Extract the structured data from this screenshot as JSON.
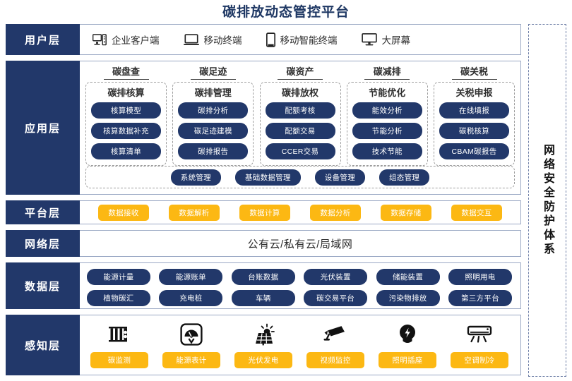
{
  "title": "碳排放动态管控平台",
  "colors": {
    "navy": "#22386a",
    "yellow": "#fcb813",
    "title": "#1f3864",
    "border": "#9aa8c4",
    "dashed": "#9d9d9d"
  },
  "security_column": {
    "label": "网络安全防护体系"
  },
  "layers": {
    "user": {
      "label": "用户层",
      "items": [
        {
          "icon": "desktop-tower-icon",
          "label": "企业客户端"
        },
        {
          "icon": "laptop-icon",
          "label": "移动终端"
        },
        {
          "icon": "smartphone-icon",
          "label": "移动智能终端"
        },
        {
          "icon": "monitor-icon",
          "label": "大屏幕"
        }
      ]
    },
    "app": {
      "label": "应用层",
      "columns": [
        {
          "title": "碳盘查",
          "group": "碳排核算",
          "chips": [
            "核算模型",
            "核算数据补充",
            "核算清单"
          ]
        },
        {
          "title": "碳足迹",
          "group": "碳排管理",
          "chips": [
            "碳排分析",
            "碳足迹建模",
            "碳排报告"
          ]
        },
        {
          "title": "碳资产",
          "group": "碳排放权",
          "chips": [
            "配额考核",
            "配额交易",
            "CCER交易"
          ]
        },
        {
          "title": "碳减排",
          "group": "节能优化",
          "chips": [
            "能效分析",
            "节能分析",
            "技术节能"
          ]
        },
        {
          "title": "碳关税",
          "group": "关税申报",
          "chips": [
            "在线填报",
            "碳税核算",
            "CBAM碳报告"
          ]
        }
      ],
      "bottom_chips": [
        "系统管理",
        "基础数据管理",
        "设备管理",
        "组态管理"
      ]
    },
    "platform": {
      "label": "平台层",
      "chips": [
        "数据接收",
        "数据解析",
        "数据计算",
        "数据分析",
        "数据存储",
        "数据交互"
      ]
    },
    "network": {
      "label": "网络层",
      "text": "公有云/私有云/局域网"
    },
    "data": {
      "label": "数据层",
      "rows": [
        [
          "能源计量",
          "能源账单",
          "台账数据",
          "光伏装置",
          "储能装置",
          "照明用电"
        ],
        [
          "植物碳汇",
          "充电桩",
          "车辆",
          "碳交易平台",
          "污染物排放",
          "第三方平台"
        ]
      ]
    },
    "sense": {
      "label": "感知层",
      "items": [
        {
          "icon": "carbon-monitor-icon",
          "label": "碳监测"
        },
        {
          "icon": "energy-meter-icon",
          "label": "能源表计"
        },
        {
          "icon": "solar-panel-icon",
          "label": "光伏发电"
        },
        {
          "icon": "cctv-camera-icon",
          "label": "视频监控"
        },
        {
          "icon": "light-bulb-icon",
          "label": "照明插座"
        },
        {
          "icon": "air-conditioner-icon",
          "label": "空调制冷"
        }
      ]
    }
  }
}
